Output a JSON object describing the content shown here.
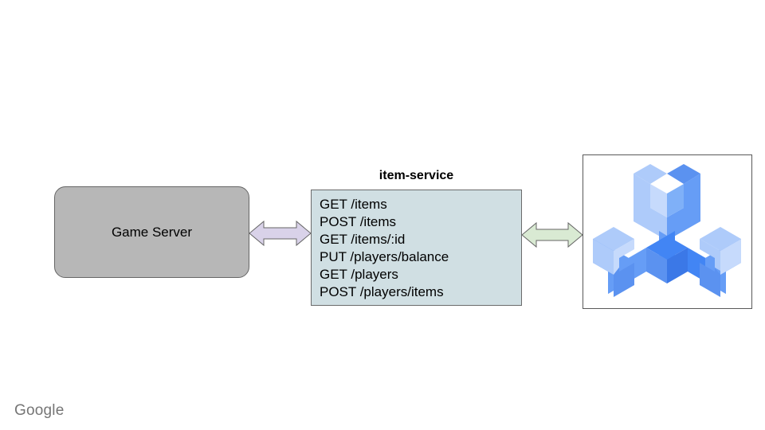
{
  "diagram": {
    "type": "architecture-diagram",
    "background_color": "#ffffff",
    "game_server": {
      "label": "Game Server",
      "fill_color": "#b7b7b7",
      "border_color": "#666666"
    },
    "service": {
      "title": "item-service",
      "fill_color": "#d0dfe3",
      "border_color": "#6b6b6b",
      "endpoints": [
        "GET /items",
        "POST /items",
        "GET /items/:id",
        "PUT /players/balance",
        "GET /players",
        "POST /players/items"
      ]
    },
    "connectors": [
      {
        "name": "game-server-to-item-service",
        "icon": "double-headed-arrow-icon",
        "fill_color": "#d9d2e9",
        "border_color": "#666666"
      },
      {
        "name": "item-service-to-tools",
        "icon": "double-headed-arrow-icon",
        "fill_color": "#d9ead3",
        "border_color": "#666666"
      }
    ],
    "tool_image": {
      "icon": "isometric-three-pronged-wrench-icon",
      "border_color": "#595959",
      "colors": {
        "light_blue": "#aecbfa",
        "medium_blue": "#669df6",
        "blue": "#4285f4",
        "dark_blue": "#3b78e7"
      }
    }
  },
  "watermark": {
    "text": "Google",
    "color": "#757575"
  }
}
